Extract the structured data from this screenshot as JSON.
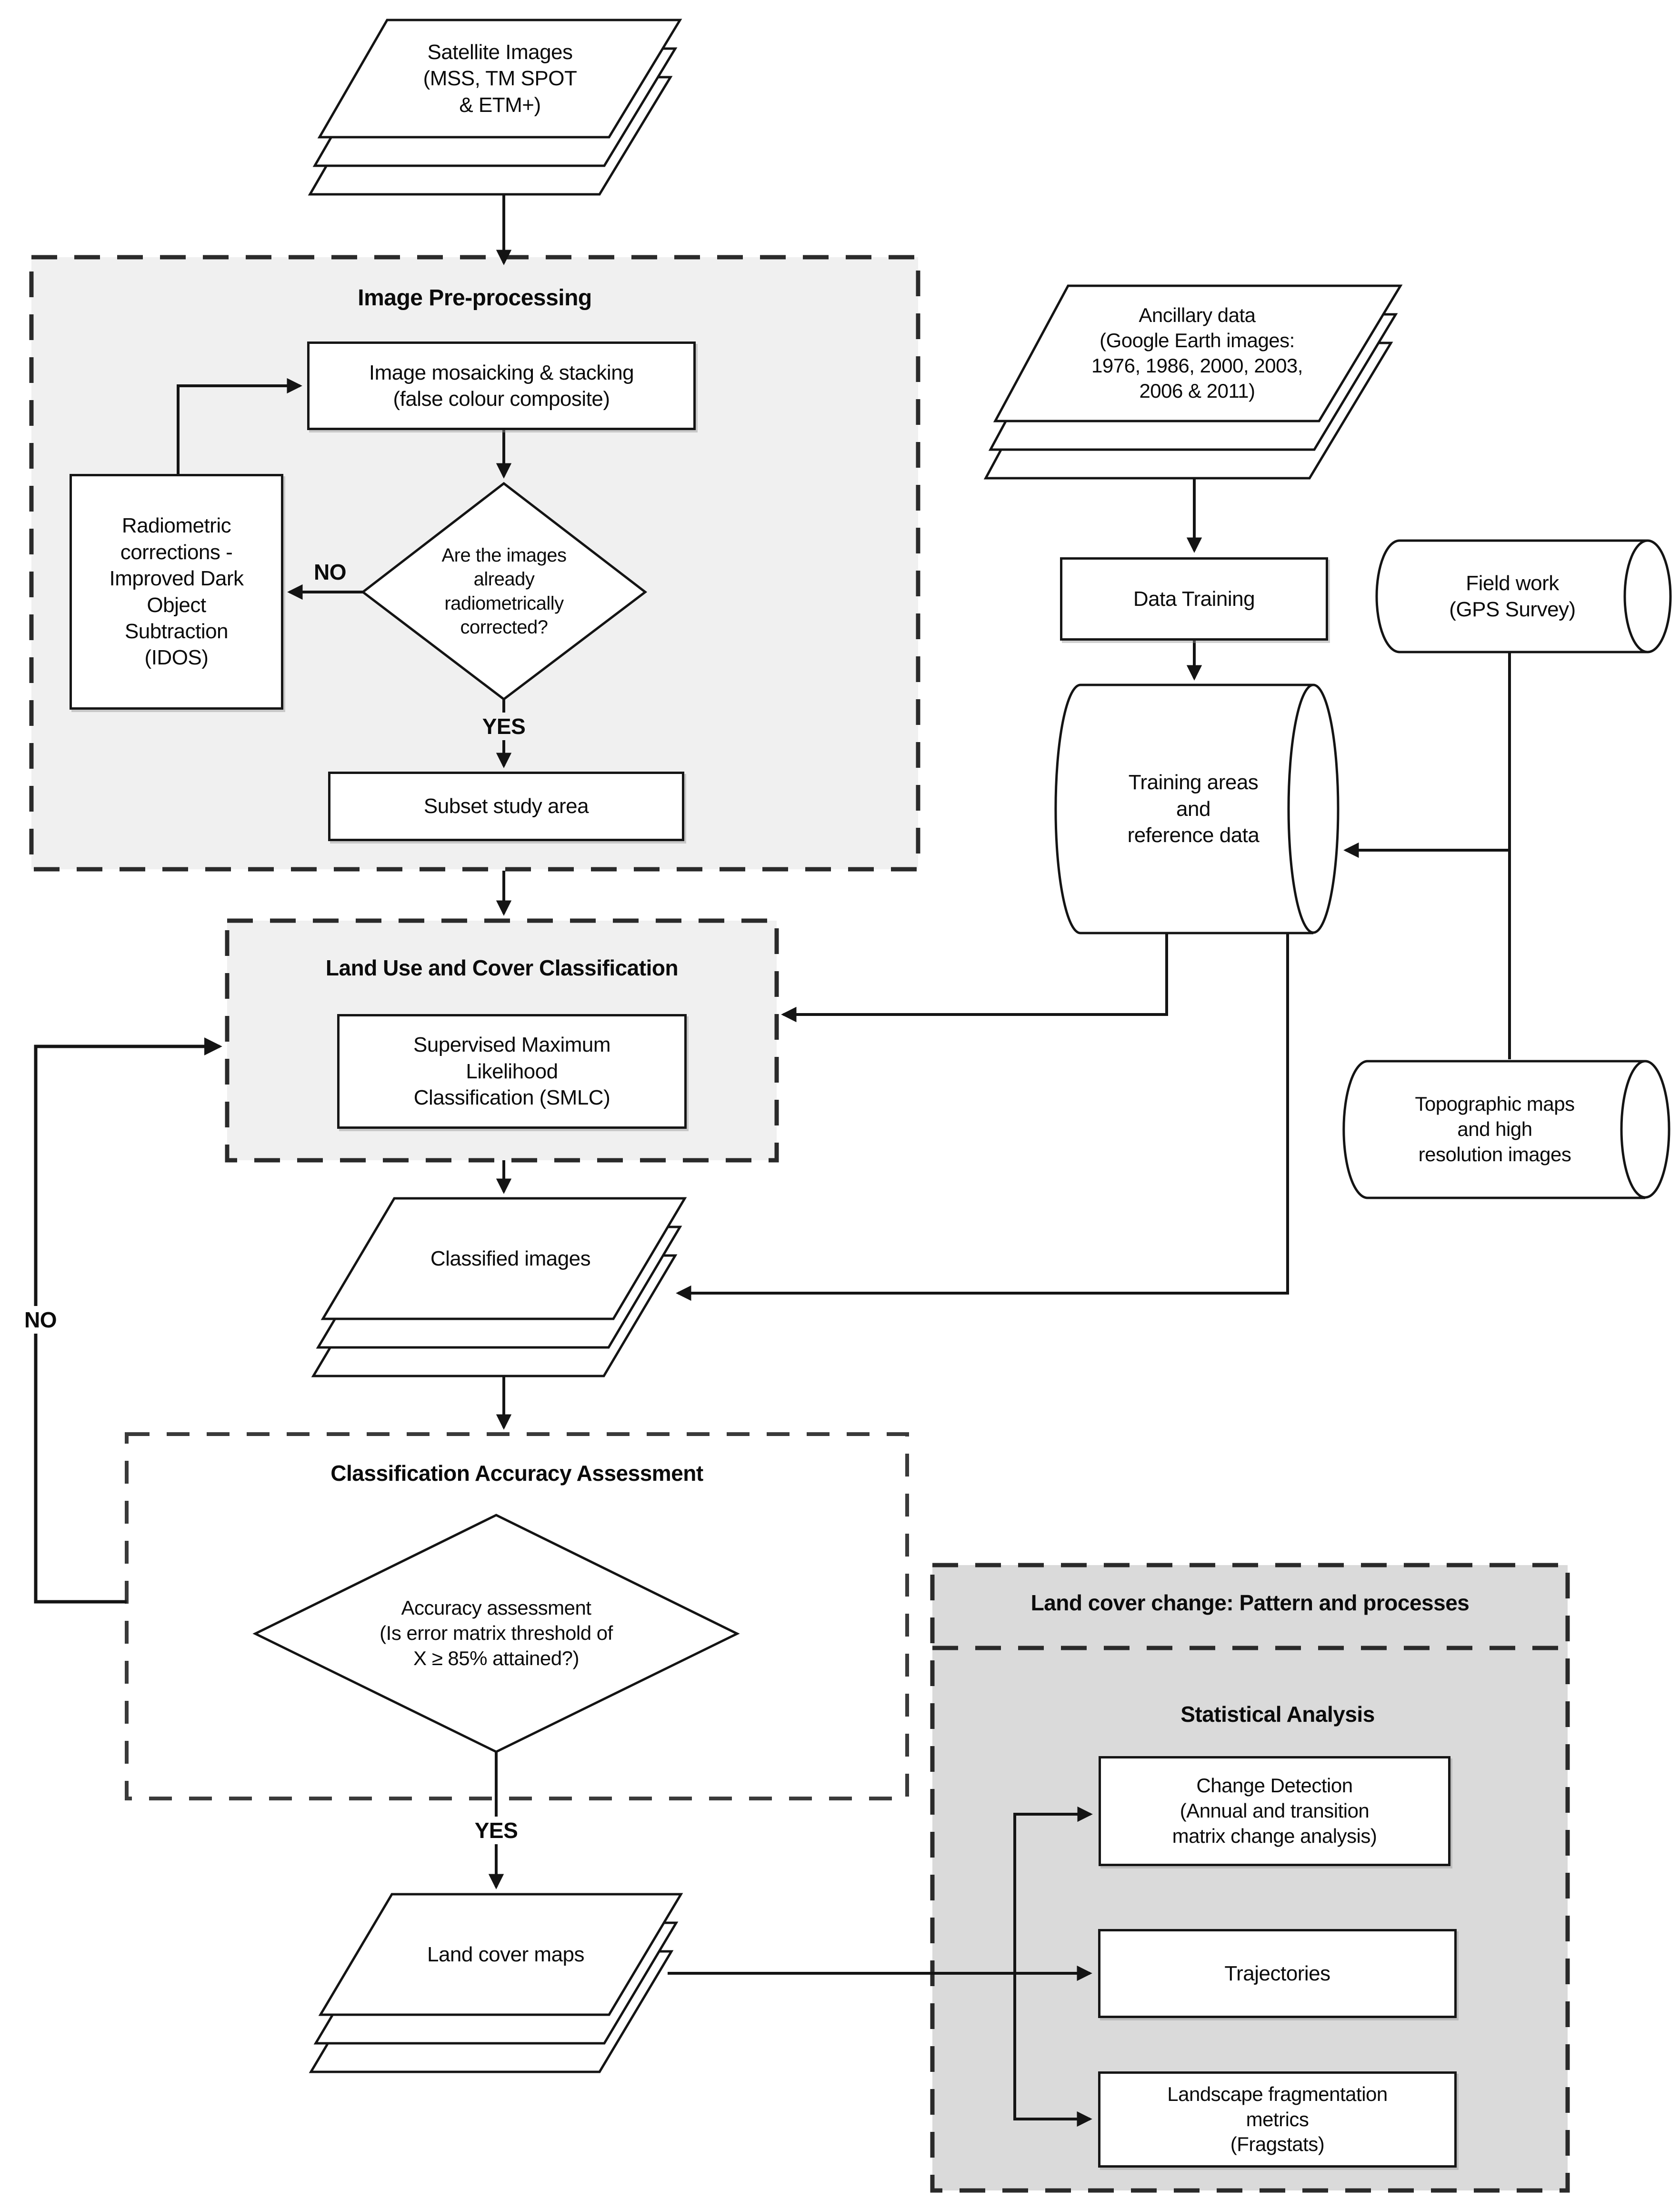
{
  "nodes": {
    "satellite_images": "Satellite Images\n(MSS, TM SPOT\n& ETM+)",
    "image_preprocessing_title": "Image Pre-processing",
    "image_mosaicking": "Image mosaicking & stacking\n(false colour composite)",
    "radiometric_corrections": "Radiometric\ncorrections -\nImproved Dark\nObject\nSubtraction\n(IDOS)",
    "radiometric_decision": "Are the images\nalready\nradiometrically\ncorrected?",
    "subset_study_area": "Subset study area",
    "ancillary_data": "Ancillary data\n(Google Earth images:\n1976, 1986, 2000, 2003,\n2006 & 2011)",
    "data_training": "Data Training",
    "field_work": "Field work\n(GPS Survey)",
    "training_areas": "Training areas\nand\nreference data",
    "land_use_classification_title": "Land Use and Cover Classification",
    "smlc": "Supervised Maximum\nLikelihood\nClassification (SMLC)",
    "topographic_maps": "Topographic maps\nand high\nresolution images",
    "classified_images": "Classified images",
    "accuracy_assessment_title": "Classification Accuracy Assessment",
    "accuracy_decision": "Accuracy assessment\n(Is error matrix threshold of\nX ≥ 85% attained?)",
    "land_cover_maps": "Land cover maps",
    "land_cover_change_title": "Land cover change: Pattern and processes",
    "statistical_analysis_title": "Statistical Analysis",
    "change_detection": "Change Detection\n(Annual and transition\nmatrix change analysis)",
    "trajectories": "Trajectories",
    "landscape_fragmentation": "Landscape fragmentation\nmetrics\n(Fragstats)"
  },
  "edges": {
    "no_radiometric": "NO",
    "yes_radiometric": "YES",
    "no_accuracy": "NO",
    "yes_accuracy": "YES"
  },
  "colors": {
    "container_light": "#f0f0f0",
    "container_dark": "#dadada",
    "line": "#141414"
  }
}
